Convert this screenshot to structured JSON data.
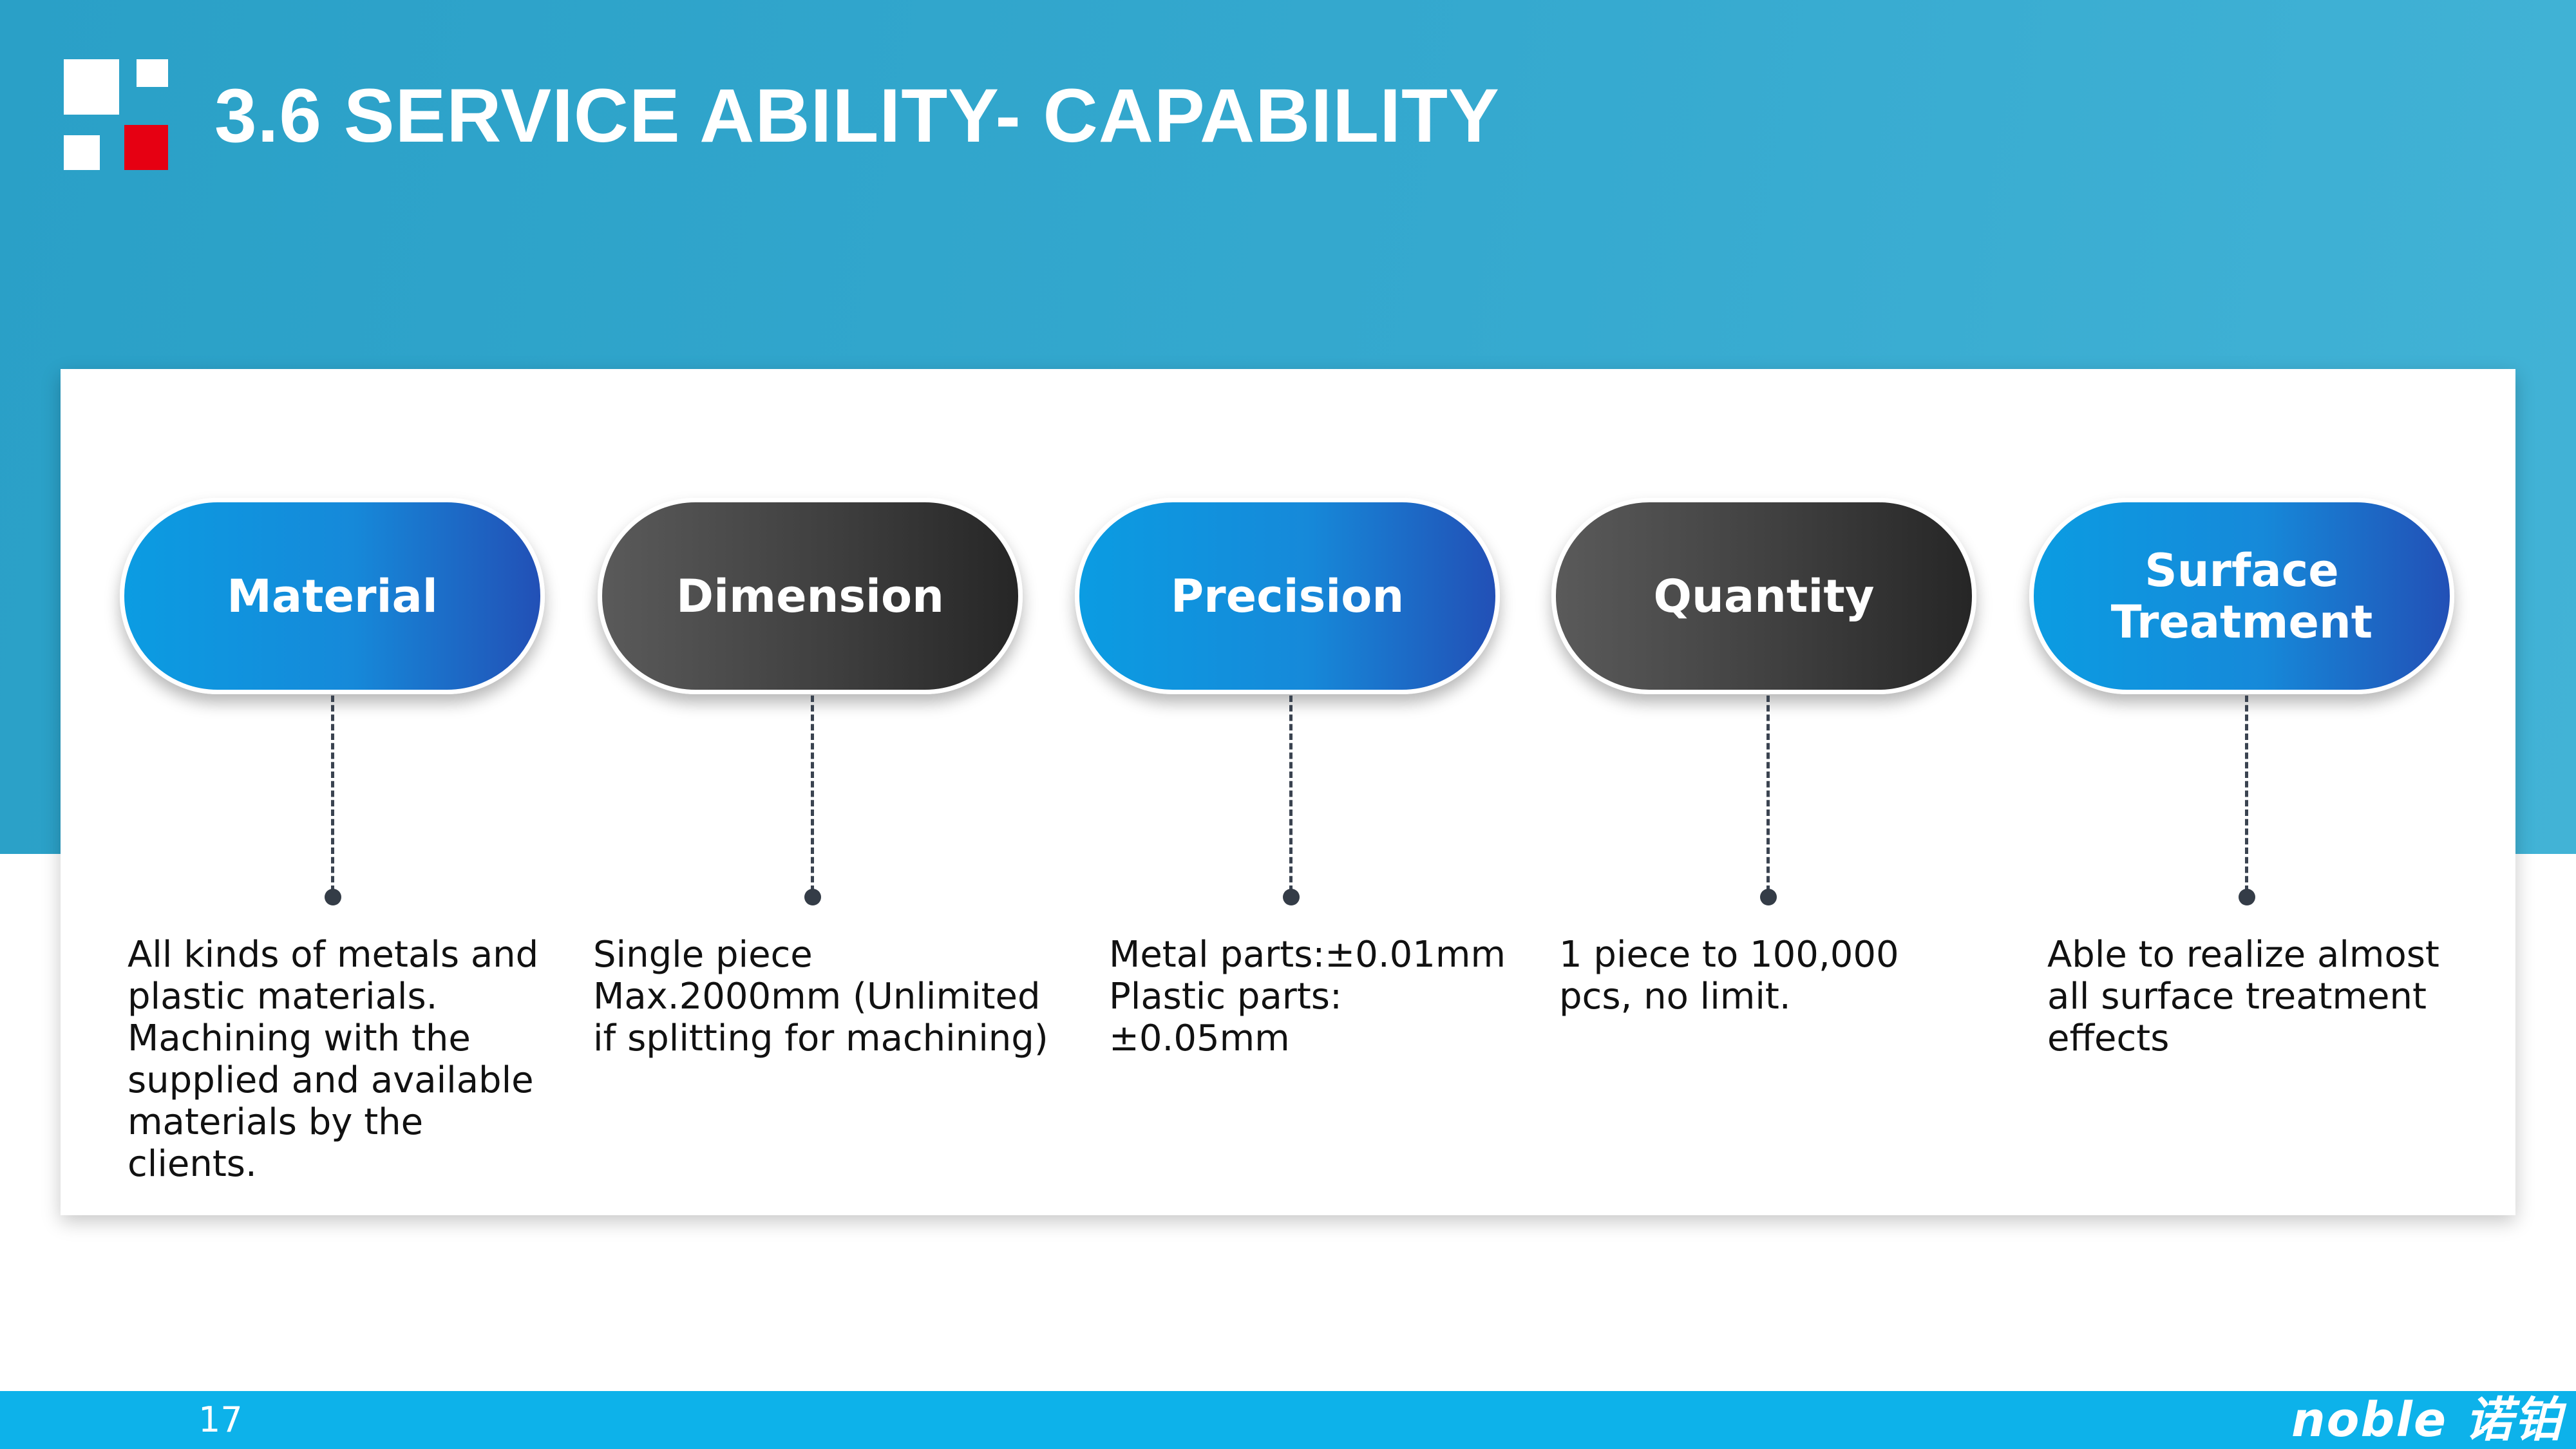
{
  "header": {
    "title": "3.6 SERVICE ABILITY- CAPABILITY"
  },
  "colors": {
    "band_blue": "#35a9cf",
    "accent_red": "#e60012",
    "pill_blue": "#1689d9",
    "pill_dark": "#3f3f3f",
    "footer_blue": "#0db2ea"
  },
  "capabilities": [
    {
      "label": "Material",
      "description": "All kinds of metals and plastic materials. Machining with the supplied and available materials by the clients."
    },
    {
      "label": "Dimension",
      "description": "Single piece Max.2000mm (Unlimited if splitting for machining)"
    },
    {
      "label": "Precision",
      "description": "Metal parts:±0.01mm Plastic parts:±0.05mm"
    },
    {
      "label": "Quantity",
      "description": "1 piece to 100,000 pcs, no limit."
    },
    {
      "label": "Surface\nTreatment",
      "description": "Able to realize almost all surface treatment effects"
    }
  ],
  "footer": {
    "page_number": "17",
    "brand": "noble 诺铂"
  }
}
